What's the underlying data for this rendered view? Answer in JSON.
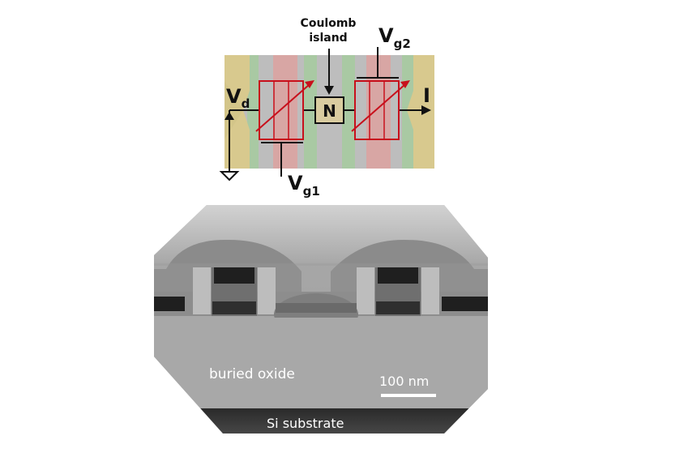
{
  "circuit": {
    "island_caption_line1": "Coulomb",
    "island_caption_line2": "island",
    "island_symbol": "N",
    "vd_main": "V",
    "vd_sub": "d",
    "vg1_main": "V",
    "vg1_sub": "g1",
    "vg2_main": "V",
    "vg2_sub": "g2",
    "current_label": "I",
    "colors": {
      "lead_gold": "#d8c98e",
      "stripe_gray": "#b9b9b9",
      "stripe_green": "#a9c9a3",
      "stripe_red": "#d8a6a4",
      "junction_red": "#c8101c",
      "island_fill": "#d9cca0"
    }
  },
  "tem": {
    "buried_oxide_label": "buried oxide",
    "scale_bar_label": "100 nm",
    "substrate_label": "Si substrate",
    "colors": {
      "oxide_gray": "#a7a7a7",
      "cap_gray": "#8b8b8b",
      "dark_gate": "#1f1f1f",
      "substrate": "#3a3a3a"
    }
  }
}
